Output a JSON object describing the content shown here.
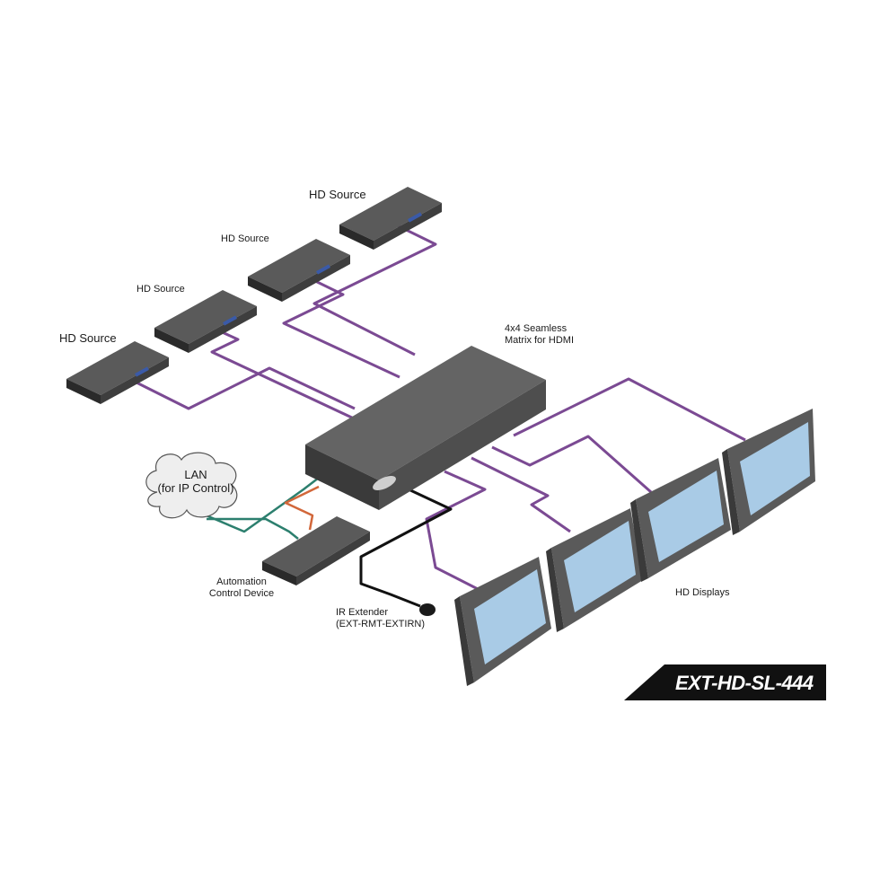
{
  "colors": {
    "hdmi": "#7b4a93",
    "lan": "#2c7f6e",
    "serial": "#d2673a",
    "ir": "#111111",
    "device_top": "#5c5c5c",
    "device_side": "#3c3c3c",
    "screen": "#a9cbe6",
    "bezel": "#6a6a6a",
    "banner": "#111111"
  },
  "labels": {
    "source_1": "HD Source",
    "source_2": "HD Source",
    "source_3": "HD Source",
    "source_4": "HD Source",
    "matrix": [
      "4x4 Seamless",
      "Matrix for HDMI"
    ],
    "lan": [
      "LAN",
      "(for IP Control)"
    ],
    "automation": [
      "Automation",
      "Control Device"
    ],
    "ir": [
      "IR Extender",
      "(EXT-RMT-EXTIRN)"
    ],
    "displays": "HD Displays",
    "model": "EXT-HD-SL-444"
  },
  "icons": {
    "source": "hd-source-box-icon",
    "matrix": "matrix-switcher-icon",
    "display": "hd-display-icon",
    "cloud": "lan-cloud-icon",
    "automation": "automation-device-icon",
    "ir": "ir-extender-icon"
  }
}
